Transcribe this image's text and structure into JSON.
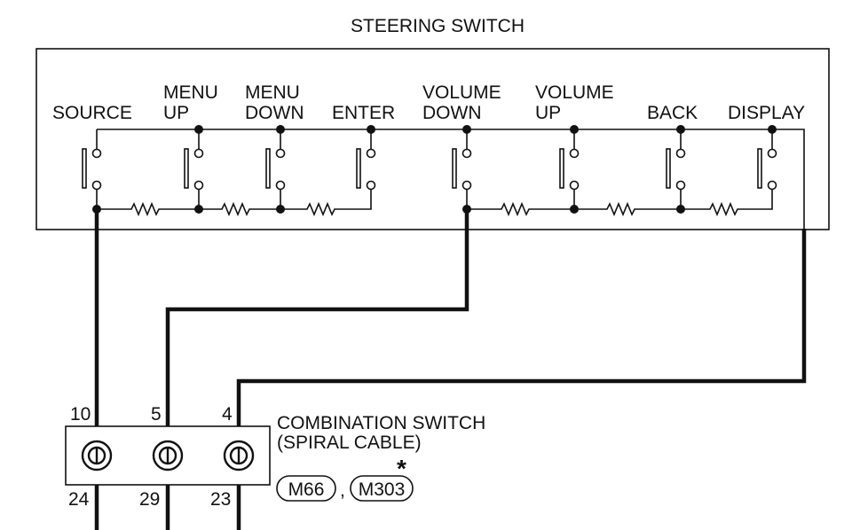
{
  "diagram": {
    "title": "STEERING SWITCH",
    "switches": [
      {
        "id": "source",
        "line1": "",
        "line2": "SOURCE"
      },
      {
        "id": "menu-up",
        "line1": "MENU",
        "line2": "UP"
      },
      {
        "id": "menu-down",
        "line1": "MENU",
        "line2": "DOWN"
      },
      {
        "id": "enter",
        "line1": "",
        "line2": "ENTER"
      },
      {
        "id": "volume-down",
        "line1": "VOLUME",
        "line2": "DOWN"
      },
      {
        "id": "volume-up",
        "line1": "VOLUME",
        "line2": "UP"
      },
      {
        "id": "back",
        "line1": "",
        "line2": "BACK"
      },
      {
        "id": "display",
        "line1": "",
        "line2": "DISPLAY"
      }
    ],
    "connector": {
      "name_line1": "COMBINATION SWITCH",
      "name_line2": "(SPIRAL CABLE)",
      "pins_top": [
        "10",
        "5",
        "4"
      ],
      "pins_bottom": [
        "24",
        "29",
        "23"
      ],
      "codes": [
        "M66",
        "M303"
      ],
      "separator": ",",
      "asterisk": "*"
    }
  }
}
